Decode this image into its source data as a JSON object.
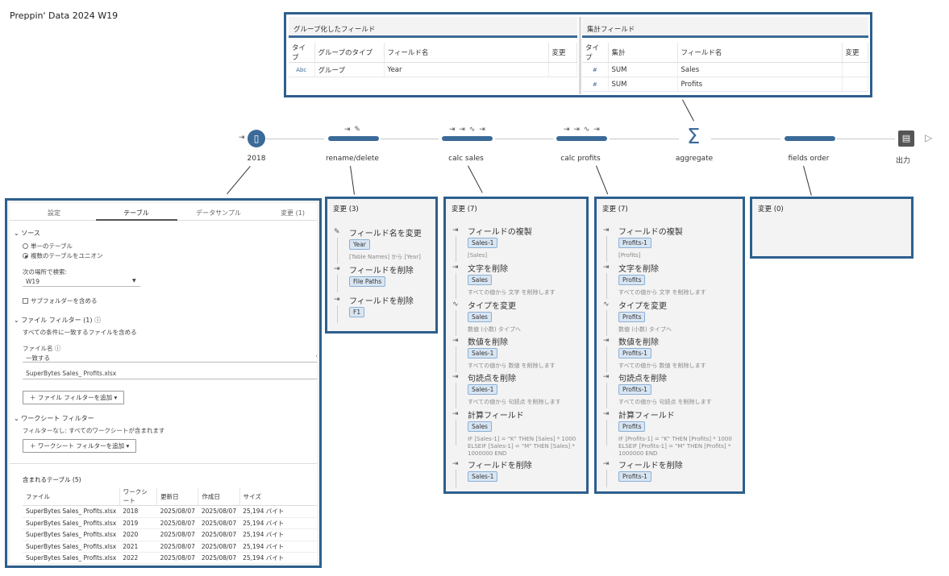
{
  "title": "Preppin' Data   2024   W19",
  "aggregate": {
    "grouped": {
      "header": "グループ化したフィールド",
      "columns": [
        "タイプ",
        "グループのタイプ",
        "フィールド名",
        "変更"
      ],
      "rows": [
        {
          "type": "Abc",
          "grouptype": "グループ",
          "field": "Year",
          "change": ""
        }
      ]
    },
    "aggregated": {
      "header": "集計フィールド",
      "columns": [
        "タイプ",
        "集計",
        "フィールド名",
        "変更"
      ],
      "rows": [
        {
          "type": "#",
          "agg": "SUM",
          "field": "Sales",
          "change": ""
        },
        {
          "type": "#",
          "agg": "SUM",
          "field": "Profits",
          "change": ""
        }
      ]
    }
  },
  "flow": {
    "input": "2018",
    "steps": [
      {
        "label": "rename/delete",
        "icons": "⇥ ✎"
      },
      {
        "label": "calc sales",
        "icons": "⇥ ⇥ ∿ ⇥"
      },
      {
        "label": "calc profits",
        "icons": "⇥ ⇥ ∿ ⇥"
      },
      {
        "label": "aggregate"
      },
      {
        "label": "fields order"
      },
      {
        "label": "出力"
      }
    ]
  },
  "settings": {
    "tabs": [
      "設定",
      "テーブル",
      "データサンプル",
      "変更 (1)"
    ],
    "source_title": "ソース",
    "radio_single": "単一のテーブル",
    "radio_union": "複数のテーブルをユニオン",
    "search_label": "次の場所で検索:",
    "search_value": "W19",
    "subfolder": "サブフォルダーを含める",
    "file_filter_title": "ファイル フィルター (1)",
    "file_filter_desc": "すべての条件に一致するファイルを含める",
    "filename_label": "ファイル名",
    "match_value": "一致する",
    "filename_value": "SuperBytes Sales_ Profits.xlsx",
    "add_file_filter": "＋ ファイル フィルターを追加 ▾",
    "sheet_filter_title": "ワークシート フィルター",
    "sheet_filter_desc": "フィルターなし: すべてのワークシートが含まれます",
    "add_sheet_filter": "＋ ワークシート フィルターを追加 ▾",
    "included_title": "含まれるテーブル (5)",
    "columns": [
      "ファイル",
      "ワークシート",
      "更新日",
      "作成日",
      "サイズ"
    ],
    "rows": [
      [
        "SuperBytes Sales_ Profits.xlsx",
        "2018",
        "2025/08/07",
        "2025/08/07",
        "25,194 バイト"
      ],
      [
        "SuperBytes Sales_ Profits.xlsx",
        "2019",
        "2025/08/07",
        "2025/08/07",
        "25,194 バイト"
      ],
      [
        "SuperBytes Sales_ Profits.xlsx",
        "2020",
        "2025/08/07",
        "2025/08/07",
        "25,194 バイト"
      ],
      [
        "SuperBytes Sales_ Profits.xlsx",
        "2021",
        "2025/08/07",
        "2025/08/07",
        "25,194 バイト"
      ],
      [
        "SuperBytes Sales_ Profits.xlsx",
        "2022",
        "2025/08/07",
        "2025/08/07",
        "25,194 バイト"
      ]
    ]
  },
  "changes_rename": {
    "header": "変更 (3)",
    "items": [
      {
        "name": "フィールド名を変更",
        "pill": "Year",
        "desc": "[Table Names] から [Year]"
      },
      {
        "name": "フィールドを削除",
        "pill": "File Paths",
        "desc": ""
      },
      {
        "name": "フィールドを削除",
        "pill": "F1",
        "desc": ""
      }
    ]
  },
  "changes_sales": {
    "header": "変更 (7)",
    "items": [
      {
        "name": "フィールドの複製",
        "pill": "Sales-1",
        "desc": "[Sales]"
      },
      {
        "name": "文字を削除",
        "pill": "Sales",
        "desc": "すべての値から 文字 を削除します"
      },
      {
        "name": "タイプを変更",
        "pill": "Sales",
        "desc": "数値 (小数) タイプへ"
      },
      {
        "name": "数値を削除",
        "pill": "Sales-1",
        "desc": "すべての値から 数値 を削除します"
      },
      {
        "name": "句読点を削除",
        "pill": "Sales-1",
        "desc": "すべての値から 句読点 を削除します"
      },
      {
        "name": "計算フィールド",
        "pill": "Sales",
        "desc": "IF [Sales-1] = \"K\" THEN [Sales] * 1000\nELSEIF [Sales-1] = \"M\" THEN [Sales] *\n1000000 END"
      },
      {
        "name": "フィールドを削除",
        "pill": "Sales-1",
        "desc": ""
      }
    ]
  },
  "changes_profits": {
    "header": "変更 (7)",
    "items": [
      {
        "name": "フィールドの複製",
        "pill": "Profits-1",
        "desc": "[Profits]"
      },
      {
        "name": "文字を削除",
        "pill": "Profits",
        "desc": "すべての値から 文字 を削除します"
      },
      {
        "name": "タイプを変更",
        "pill": "Profits",
        "desc": "数値 (小数) タイプへ"
      },
      {
        "name": "数値を削除",
        "pill": "Profits-1",
        "desc": "すべての値から 数値 を削除します"
      },
      {
        "name": "句読点を削除",
        "pill": "Profits-1",
        "desc": "すべての値から 句読点 を削除します"
      },
      {
        "name": "計算フィールド",
        "pill": "Profits",
        "desc": "IF [Profits-1] = \"K\" THEN [Profits] * 1000\nELSEIF [Profits-1] = \"M\" THEN [Profits] *\n1000000 END"
      },
      {
        "name": "フィールドを削除",
        "pill": "Profits-1",
        "desc": ""
      }
    ]
  },
  "changes_order": {
    "header": "変更 (0)"
  }
}
